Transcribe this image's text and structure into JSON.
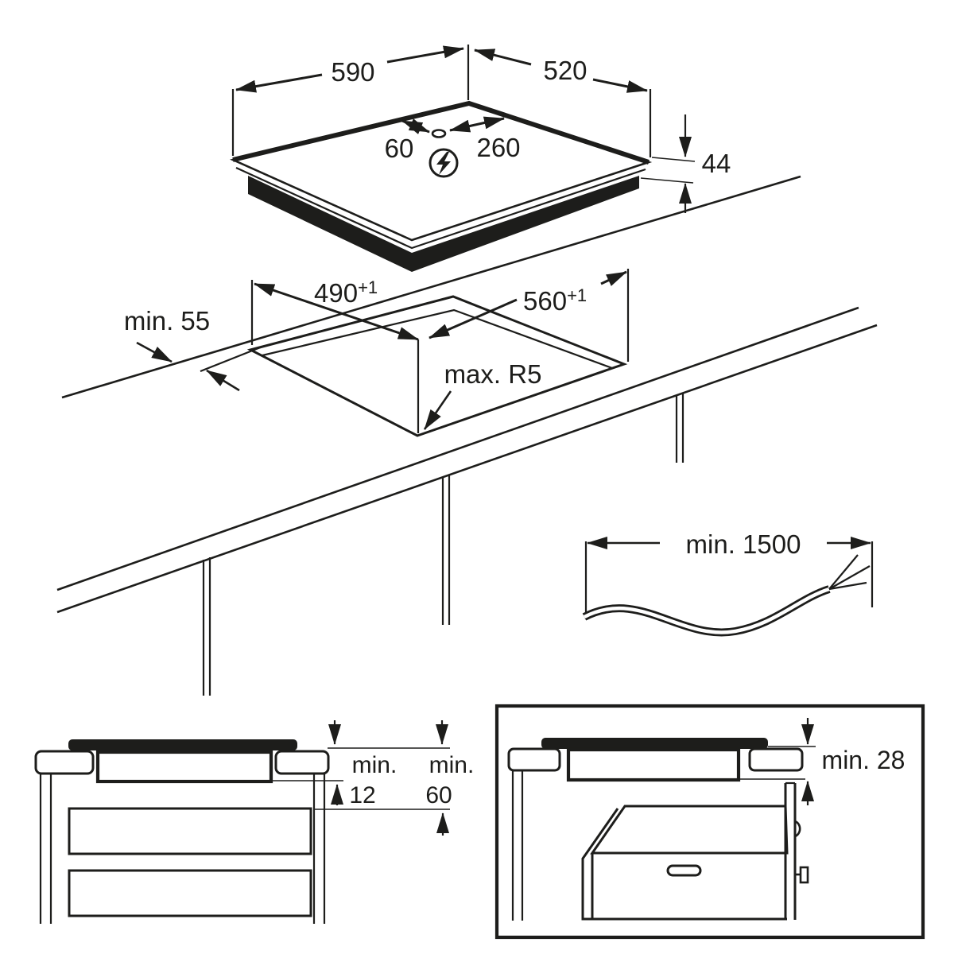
{
  "colors": {
    "ink": "#1d1d1b",
    "background": "#ffffff"
  },
  "top_view": {
    "width": "590",
    "depth": "520",
    "total_height": "44",
    "power_inlet_to_back": "60",
    "power_inlet_to_side": "260",
    "power_icon": "lightning"
  },
  "cutout_view": {
    "rear_clearance": "min. 55",
    "cutout_depth": "490",
    "cutout_depth_tolerance": "+1",
    "cutout_width": "560",
    "cutout_width_tolerance": "+1",
    "corner_radius": "max. R5"
  },
  "cable_view": {
    "cable_length": "min. 1500"
  },
  "drawer_section": {
    "gap_label_1": "min.",
    "gap_value_1": "12",
    "gap_label_2": "min.",
    "gap_value_2": "60"
  },
  "oven_section": {
    "clearance": "min. 28"
  }
}
